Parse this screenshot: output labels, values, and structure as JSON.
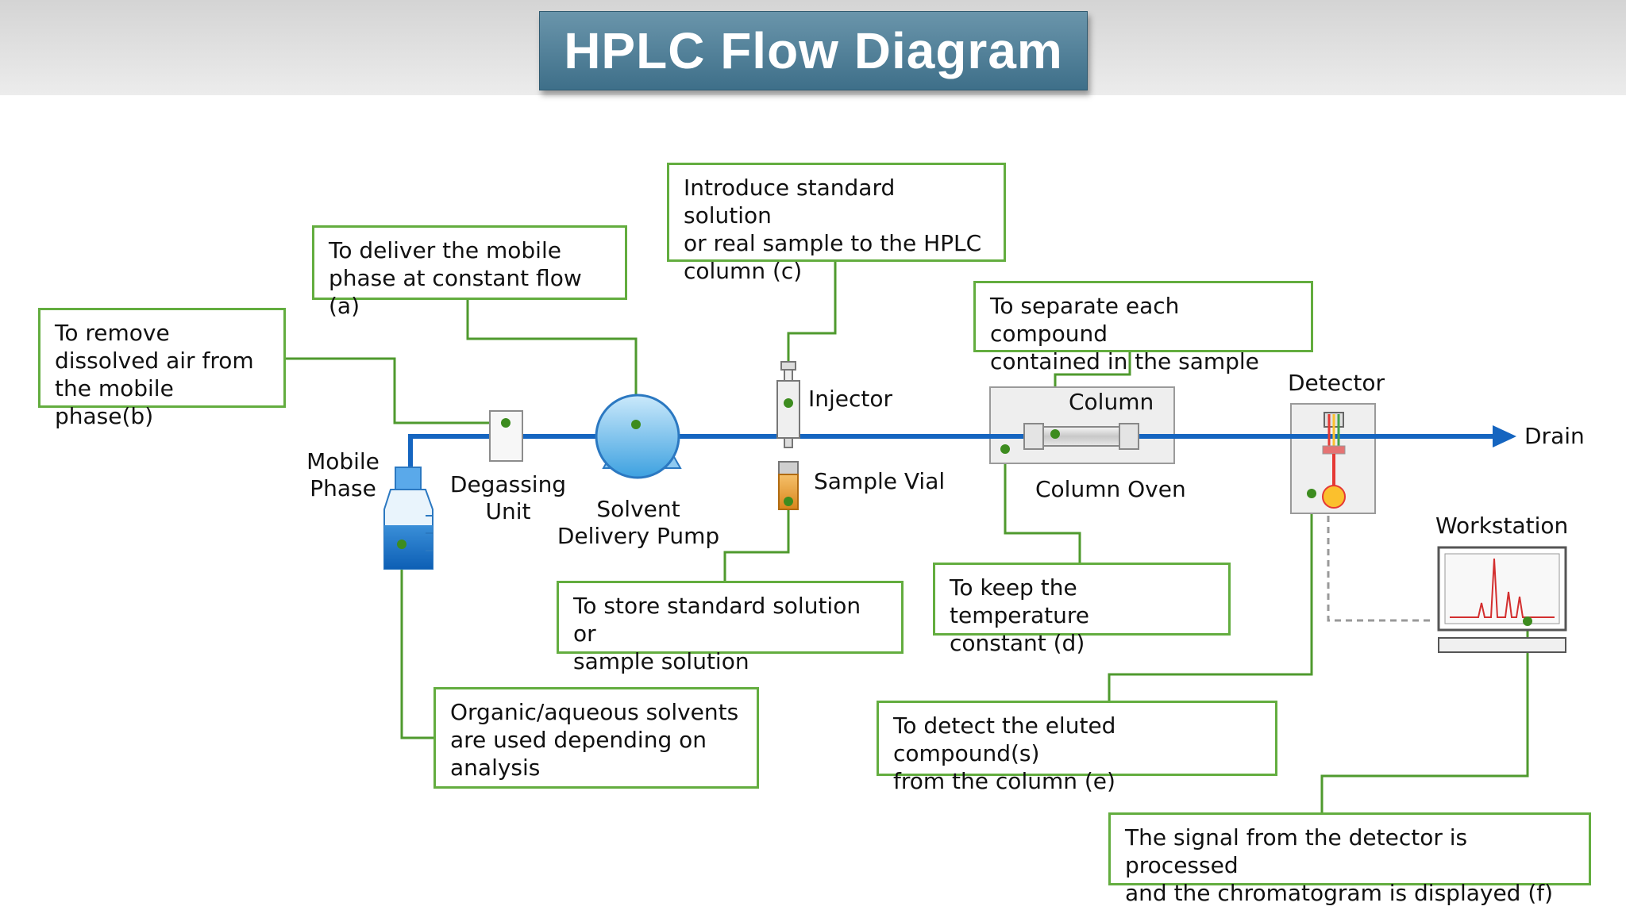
{
  "title": "HPLC Flow Diagram",
  "callouts": {
    "b": [
      "To remove",
      "dissolved air from",
      "the mobile phase(b)"
    ],
    "a": [
      "To deliver the mobile",
      "phase at constant flow (a)"
    ],
    "c": [
      "Introduce standard solution",
      "or real sample to the HPLC",
      "column (c)"
    ],
    "separate": [
      "To separate each compound",
      "contained in the sample"
    ],
    "vial": [
      "To store standard solution or",
      "sample solution"
    ],
    "d": [
      "To keep the temperature",
      "constant (d)"
    ],
    "solvents": [
      "Organic/aqueous solvents",
      "are used depending on",
      "analysis"
    ],
    "e": [
      "To detect the eluted compound(s)",
      "from the column (e)"
    ],
    "f": [
      "The signal from the detector is processed",
      "and the chromatogram is displayed (f)"
    ]
  },
  "labels": {
    "mobile_phase": [
      "Mobile",
      "Phase"
    ],
    "degassing": [
      "Degassing",
      "Unit"
    ],
    "pump": [
      "Solvent",
      "Delivery Pump"
    ],
    "injector": "Injector",
    "sample_vial": "Sample Vial",
    "column": "Column",
    "column_oven": "Column Oven",
    "detector": "Detector",
    "drain": "Drain",
    "workstation": "Workstation"
  },
  "colors": {
    "flow_line": "#1565c0",
    "leader_line": "#4f9a2e",
    "box_border": "#63ad3f",
    "title_bg": "#4a7d96"
  }
}
